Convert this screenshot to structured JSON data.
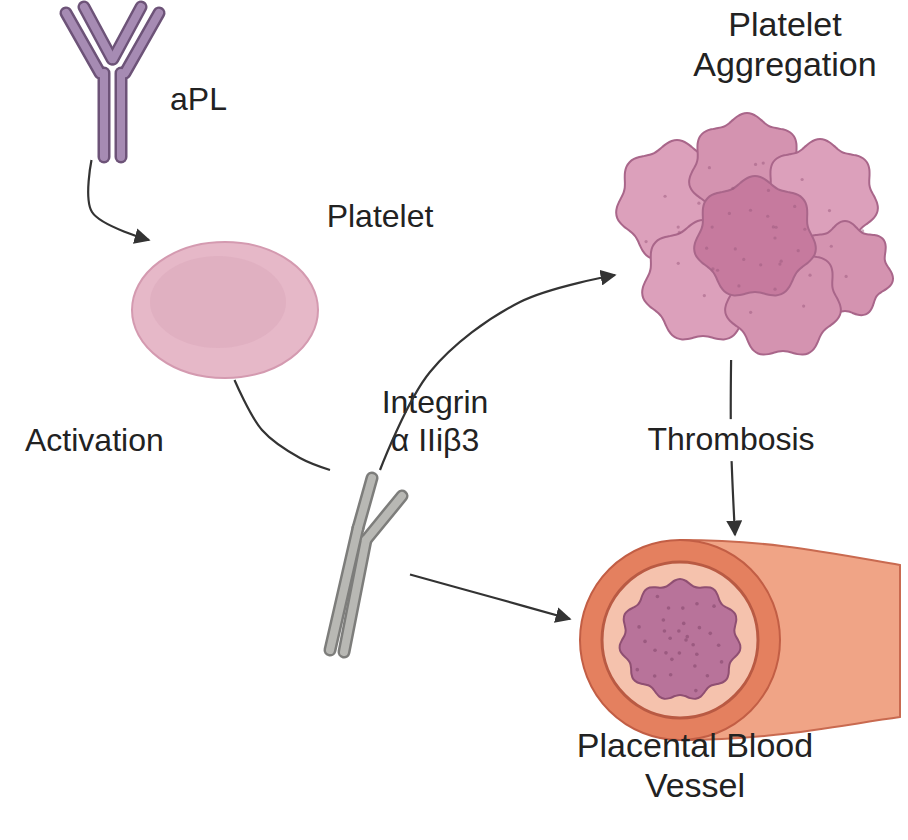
{
  "diagram": {
    "nodes": [
      {
        "text": [
          "aPL"
        ]
      },
      {
        "text": [
          "Platelet",
          "Activation"
        ]
      },
      {
        "text": [
          "Integrin α IIiβ3"
        ]
      },
      {
        "text": [
          "Platelet Aggregation"
        ]
      },
      {
        "text": [
          "Placental Blood Vessel"
        ]
      }
    ],
    "edges": [
      {
        "from": 0,
        "to": 1,
        "arrow": "to"
      },
      {
        "from": 1,
        "to": 2,
        "arrow": "none"
      },
      {
        "from": 2,
        "to": 3,
        "arrow": "to"
      },
      {
        "from": 2,
        "to": 4,
        "arrow": "to"
      },
      {
        "from": 3,
        "to": 4,
        "label": "Thrombosis",
        "arrow": "to"
      }
    ]
  }
}
